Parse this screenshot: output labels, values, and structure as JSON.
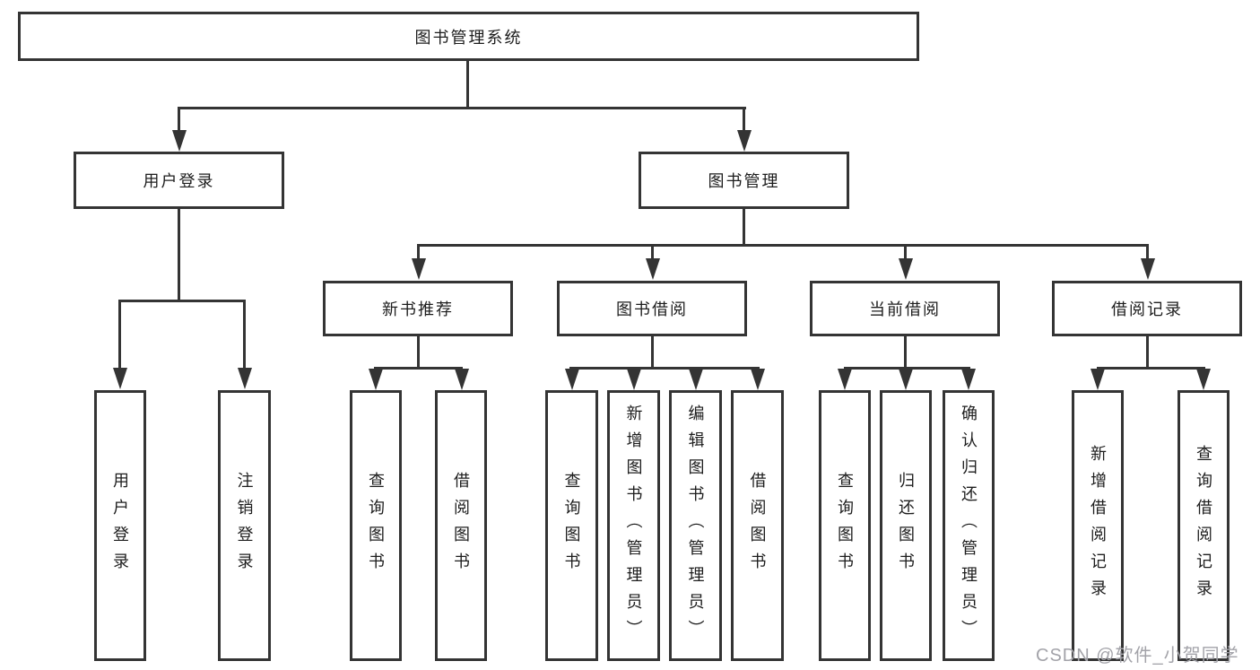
{
  "tree": {
    "root": {
      "label": "图书管理系统",
      "children": [
        {
          "label": "用户登录",
          "children": [
            {
              "label": "用户登录"
            },
            {
              "label": "注销登录"
            }
          ]
        },
        {
          "label": "图书管理",
          "children": [
            {
              "label": "新书推荐",
              "children": [
                {
                  "label": "查询图书"
                },
                {
                  "label": "借阅图书"
                }
              ]
            },
            {
              "label": "图书借阅",
              "children": [
                {
                  "label": "查询图书"
                },
                {
                  "label": "新增图书（管理员）"
                },
                {
                  "label": "编辑图书（管理员）"
                },
                {
                  "label": "借阅图书"
                }
              ]
            },
            {
              "label": "当前借阅",
              "children": [
                {
                  "label": "查询图书"
                },
                {
                  "label": "归还图书"
                },
                {
                  "label": "确认归还（管理员）"
                }
              ]
            },
            {
              "label": "借阅记录",
              "children": [
                {
                  "label": "新增借阅记录"
                },
                {
                  "label": "查询借阅记录"
                }
              ]
            }
          ]
        }
      ]
    }
  },
  "watermark": {
    "text": "CSDN @软件_小贺同学"
  },
  "colors": {
    "line": "#343434",
    "box_border": "#343434",
    "text": "#1d1d1d",
    "watermark": "#a3a3a9",
    "background": "#ffffff"
  }
}
